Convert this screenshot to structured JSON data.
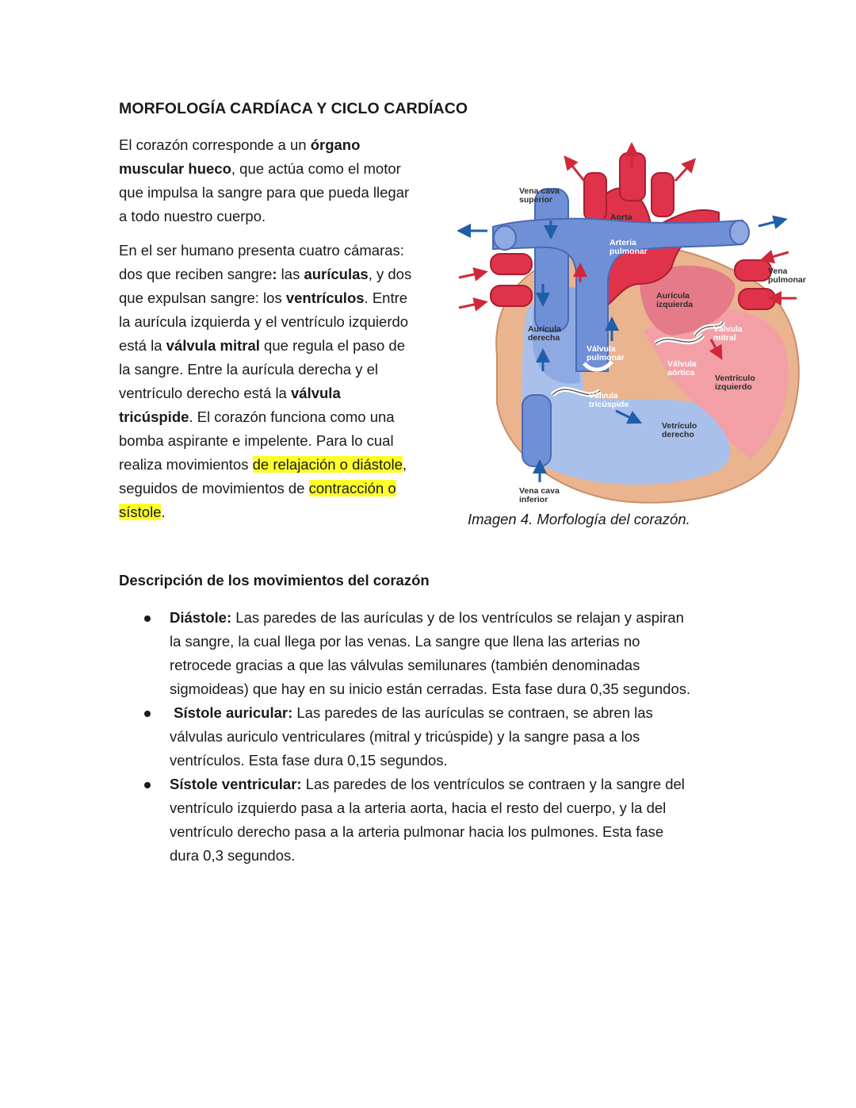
{
  "title": "MORFOLOGÍA CARDÍACA Y CICLO CARDÍACO",
  "intro": {
    "p1": {
      "l1a": "El corazón corresponde a un ",
      "l1b": "órgano",
      "l2a": "muscular hueco",
      "l2b": ", que actúa como el motor",
      "l3": "que impulsa la sangre para que pueda llegar",
      "l4": "a todo nuestro cuerpo."
    },
    "p2": {
      "l1": "En el ser humano presenta cuatro cámaras:",
      "l2a": "dos que reciben sangre",
      "l2b": ": ",
      "l2c": "las ",
      "l2d": "aurículas",
      "l2e": ", y dos",
      "l3a": "que expulsan sangre: los ",
      "l3b": "ventrículos",
      "l3c": ". Entre",
      "l4": "la aurícula izquierda y el ventrículo izquierdo",
      "l5a": "está la ",
      "l5b": "válvula mitral",
      "l5c": " que regula el paso de",
      "l6": "la sangre. Entre la aurícula derecha y el",
      "l7a": "ventrículo derecho está la ",
      "l7b": "válvula",
      "l8a": "tricúspide",
      "l8b": ". El corazón funciona como una",
      "l9": "bomba aspirante e impelente. Para lo cual",
      "l10a": "realiza movimientos ",
      "l10b": "de relajación o diástole",
      "l10c": ",",
      "l11a": "seguidos de movimientos de ",
      "l11b": "contracción o",
      "l12a": "sístole",
      "l12b": "."
    }
  },
  "figure": {
    "caption": "Imagen 4. Morfología del corazón.",
    "labels": {
      "vena_cava_superior_1": "Vena cava",
      "vena_cava_superior_2": "superior",
      "aorta": "Aorta",
      "arteria_pulmonar_1": "Arteria",
      "arteria_pulmonar_2": "pulmonar",
      "vena_pulmonar_1": "Vena",
      "vena_pulmonar_2": "pulmonar",
      "auricula_izquierda_1": "Aurícula",
      "auricula_izquierda_2": "izquierda",
      "auricula_derecha_1": "Aurícula",
      "auricula_derecha_2": "derecha",
      "valvula_mitral_1": "Válvula",
      "valvula_mitral_2": "mitral",
      "valvula_pulmonar_1": "Válvula",
      "valvula_pulmonar_2": "pulmonar",
      "valvula_aortica_1": "Válvula",
      "valvula_aortica_2": "aórtica",
      "ventriculo_izquierdo_1": "Ventrículo",
      "ventriculo_izquierdo_2": "izquierdo",
      "valvula_tricuspide_1": "Válvula",
      "valvula_tricuspide_2": "tricúspide",
      "ventriculo_derecho_1": "Vetrículo",
      "ventriculo_derecho_2": "derecho",
      "vena_cava_inferior_1": "Vena cava",
      "vena_cava_inferior_2": "inferior"
    }
  },
  "section_title": "Descripción de los movimientos del corazón",
  "bullets": {
    "b1": {
      "term": "Diástole:",
      "l1": " Las paredes de las aurículas y de los ventrículos se relajan y aspiran",
      "l2": "la sangre, la cual llega por las venas. La sangre que llena las arterias no",
      "l3": "retrocede gracias a que las válvulas semilunares (también denominadas",
      "l4": "sigmoideas) que hay en su inicio están cerradas. Esta fase dura 0,35 segundos."
    },
    "b2": {
      "term": "Sístole auricular:",
      "l1": " Las paredes de las aurículas se contraen, se abren las",
      "l2": "válvulas auriculo ventriculares (mitral y tricúspide) y la sangre pasa a los",
      "l3": "ventrículos. Esta fase dura 0,15 segundos."
    },
    "b3": {
      "term": "Sístole ventricular:",
      "l1": " Las paredes de los ventrículos se contraen y la sangre del",
      "l2": "ventrículo izquierdo pasa a la arteria aorta, hacia el resto del cuerpo, y la del",
      "l3": "ventrículo derecho pasa a la arteria pulmonar hacia los pulmones. Esta fase",
      "l4": "dura 0,3 segundos."
    }
  },
  "colors": {
    "highlight": "#ffff2a",
    "oxygenated": "#e0324a",
    "deoxygenated": "#5a7ac8",
    "arrow_blue": "#1f5fa8",
    "arrow_red": "#d0283a",
    "myocardium": "#eab48f"
  }
}
